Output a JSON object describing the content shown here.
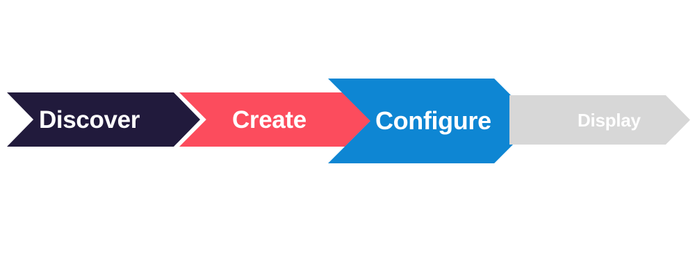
{
  "diagram": {
    "type": "chevron-process-flow",
    "orientation": "horizontal",
    "background_color": "#FFFFFF",
    "active_step_index": 2,
    "steps": [
      {
        "label": "Discover",
        "order": 1,
        "color": "#211A3C",
        "text_color": "#FFFFFF",
        "state": "completed",
        "emphasis": "normal"
      },
      {
        "label": "Create",
        "order": 2,
        "color": "#FC4C5D",
        "text_color": "#FFFFFF",
        "state": "completed",
        "emphasis": "normal"
      },
      {
        "label": "Configure",
        "order": 3,
        "color": "#0E86D3",
        "text_color": "#FFFFFF",
        "state": "current",
        "emphasis": "enlarged"
      },
      {
        "label": "Display",
        "order": 4,
        "color": "#D7D7D7",
        "text_color": "#FFFFFF",
        "state": "upcoming",
        "emphasis": "reduced"
      }
    ]
  }
}
